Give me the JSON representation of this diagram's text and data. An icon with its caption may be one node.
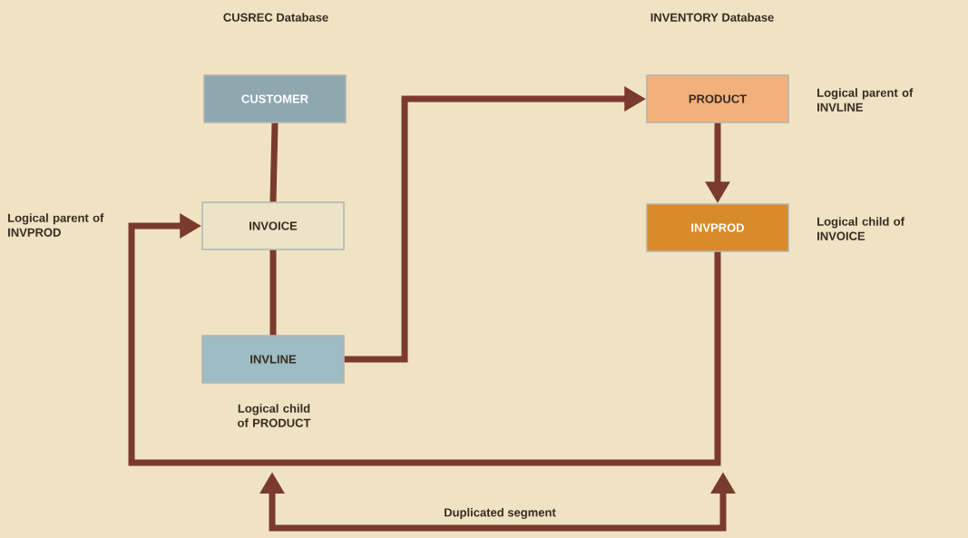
{
  "diagram": {
    "nodes": [
      {
        "text": [
          "CUSTOMER"
        ]
      },
      {
        "text": [
          "INVOICE"
        ]
      },
      {
        "text": [
          "INVLINE"
        ],
        "beside": [
          "Logical child of PRODUCT"
        ]
      },
      {
        "text": [
          "PRODUCT"
        ],
        "beside": [
          "Logical parent of INVLINE"
        ]
      },
      {
        "text": [
          "INVPROD"
        ],
        "beside": [
          "Logical child of INVOICE"
        ]
      }
    ],
    "edges": [
      {
        "from": 0,
        "to": 1,
        "arrow": "none"
      },
      {
        "from": 1,
        "to": 2,
        "arrow": "none"
      },
      {
        "from": 2,
        "to": 3,
        "arrow": "to"
      },
      {
        "from": 3,
        "to": 4,
        "arrow": "to"
      },
      {
        "from": 4,
        "to": 1,
        "arrow": "to"
      }
    ],
    "labels": [
      "CUSREC Database",
      "INVENTORY Database",
      "Duplicated segment",
      "Logical parent of INVPROD"
    ]
  }
}
